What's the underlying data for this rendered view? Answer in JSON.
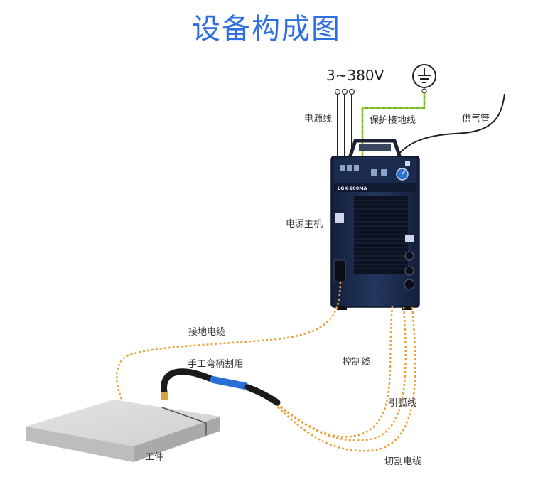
{
  "title": "设备构成图",
  "voltage": "3~380V",
  "labels": {
    "power_cable": "电源线",
    "protective_ground": "保护接地线",
    "gas_supply": "供气管",
    "power_unit": "电源主机",
    "ground_cable": "接地电缆",
    "torch": "手工弯柄割炬",
    "control_line": "控制线",
    "pilot_arc": "引弧线",
    "cutting_cable": "切割电缆",
    "workpiece": "工件"
  },
  "machine": {
    "model": "LGK-100MA",
    "subtitle": "空气等离子切割机"
  },
  "colors": {
    "title_blue": "#2f6fe0",
    "cable_orange": "#e8a23a",
    "ground_green": "#66b82a",
    "machine_navy": "#1b2a4a"
  }
}
